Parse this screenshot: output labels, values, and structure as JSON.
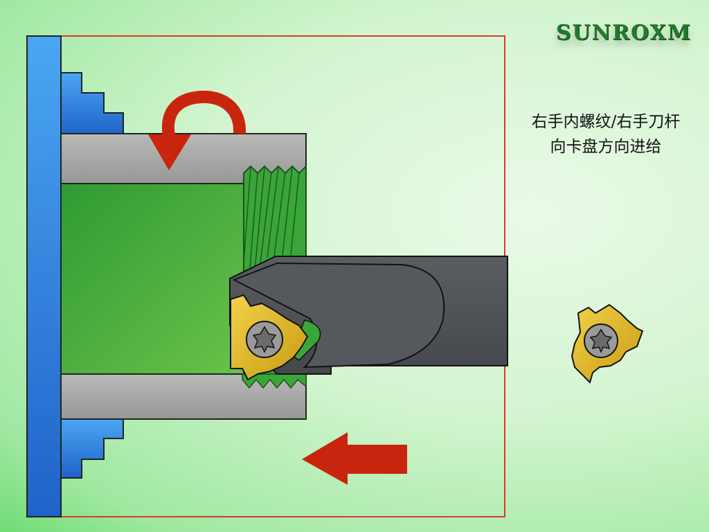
{
  "brand": "SUNROXM",
  "caption": {
    "line1": "右手内螺纹/右手刀杆",
    "line2": "向卡盘方向进给"
  },
  "colors": {
    "frame": "#d9382c",
    "chuck": "#2e83e3",
    "workpiece_gray": "#a3a5a3",
    "bore_green": "#5fbf46",
    "thread_green": "#3aa63a",
    "toolbar": "#4d5156",
    "insert_gold": "#d8ae1f",
    "arrow_red": "#c9250e"
  },
  "icons": [
    "rotation-arrow-icon",
    "feed-direction-arrow-icon",
    "torx-screw-icon"
  ]
}
